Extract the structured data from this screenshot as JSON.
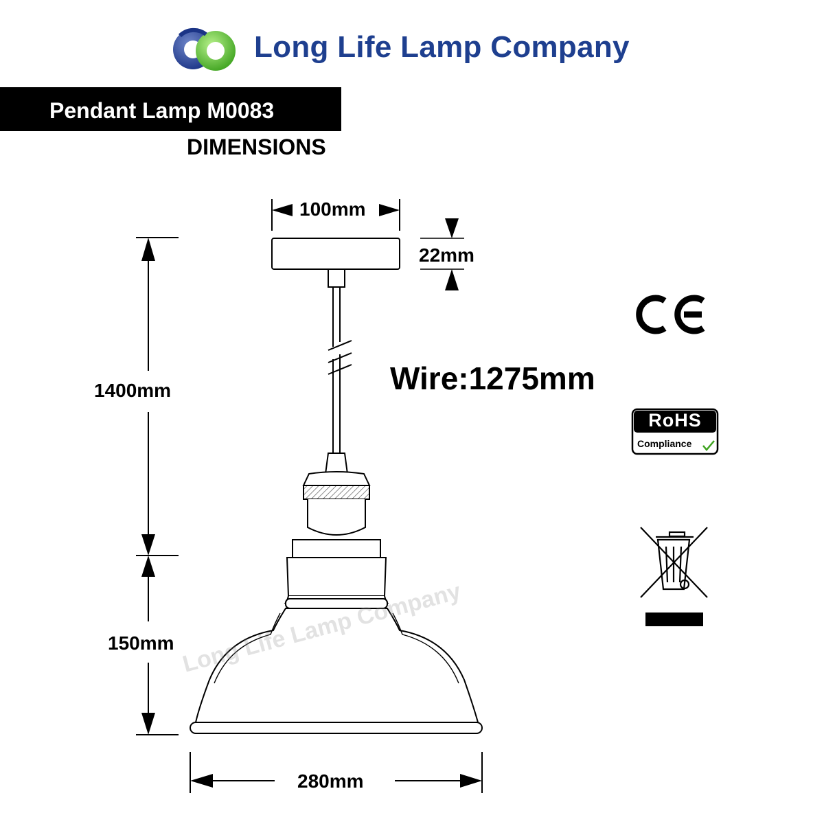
{
  "header": {
    "company_name": "Long Life Lamp Company",
    "logo_icon": "intertwined-rings-logo",
    "brand_color": "#1e3f8f",
    "logo_colors": [
      "#1e3f8f",
      "#5cc23c"
    ]
  },
  "product": {
    "title": "Pendant Lamp M0083",
    "section": "DIMENSIONS"
  },
  "dimensions": {
    "canopy_width": "100mm",
    "canopy_height": "22mm",
    "total_height": "1400mm",
    "shade_height": "150mm",
    "shade_width": "280mm",
    "wire_length": "Wire:1275mm"
  },
  "watermark": "Long Life Lamp Company",
  "certifications": {
    "ce_mark": "CE",
    "rohs_title": "RoHS",
    "rohs_subtitle": "Compliance",
    "weee_icon": "crossed-out-wheelie-bin-icon"
  }
}
